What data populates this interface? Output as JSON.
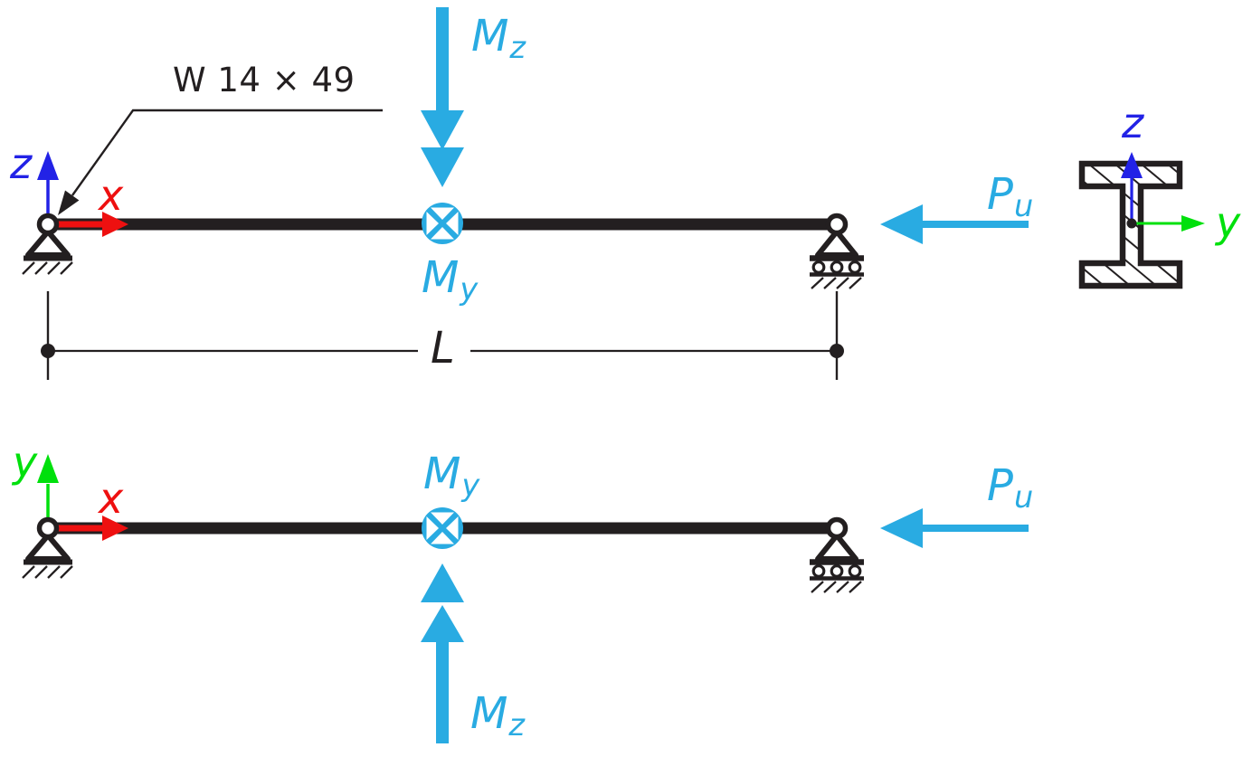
{
  "figure": {
    "member_label": "W 14 × 49",
    "length_label": "L",
    "colors": {
      "load": "#29ABE2",
      "axis_x": "#EE1010",
      "axis_y": "#00E00C",
      "axis_z": "#2222E6",
      "ink": "#231F20"
    },
    "top_view": {
      "axis_vertical": "z",
      "axis_horizontal": "x",
      "moment_z": {
        "base": "M",
        "sub": "z"
      },
      "moment_y": {
        "base": "M",
        "sub": "y"
      },
      "axial_load": {
        "base": "P",
        "sub": "u"
      }
    },
    "bottom_view": {
      "axis_vertical": "y",
      "axis_horizontal": "x",
      "moment_z": {
        "base": "M",
        "sub": "z"
      },
      "moment_y": {
        "base": "M",
        "sub": "y"
      },
      "axial_load": {
        "base": "P",
        "sub": "u"
      }
    },
    "cross_section": {
      "axis_vertical": "z",
      "axis_horizontal": "y"
    }
  }
}
